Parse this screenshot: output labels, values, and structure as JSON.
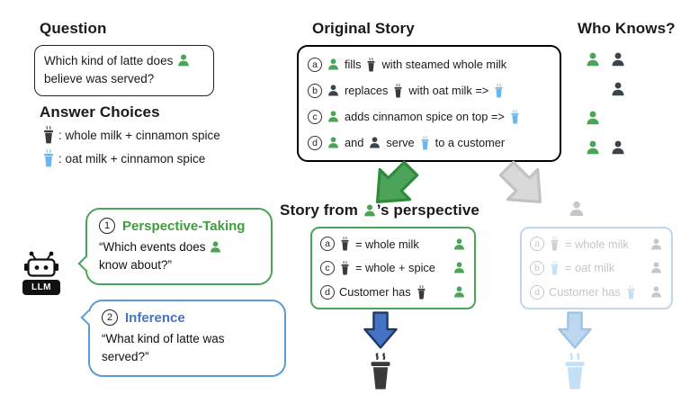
{
  "colors": {
    "green": "#4BA457",
    "navy": "#36454F",
    "dark_cup": "#3A3A3A",
    "light_blue_cup": "#6CB5EC",
    "green_accent": "#3D9E3D",
    "blue_accent": "#4472C4",
    "faded_blue": "#BDD7EE",
    "faded_gray": "#C7C7C7"
  },
  "question": {
    "heading": "Question",
    "text_before_icon": "Which kind of latte does",
    "text_after_icon": "believe was served?"
  },
  "answer_choices": {
    "heading": "Answer Choices",
    "whole_milk": ": whole milk + cinnamon spice",
    "oat_milk": ": oat milk + cinnamon spice"
  },
  "original_story": {
    "heading": "Original Story",
    "rows": {
      "a": {
        "label": "a",
        "t1": "fills",
        "t2": "with steamed whole milk"
      },
      "b": {
        "label": "b",
        "t1": "replaces",
        "t2": "with oat milk =>"
      },
      "c": {
        "label": "c",
        "t1": "adds cinnamon spice on top =>"
      },
      "d": {
        "label": "d",
        "t1": "and",
        "t2": "serve",
        "t3": "to a customer"
      }
    }
  },
  "who_knows": {
    "heading": "Who Knows?"
  },
  "perspective_story": {
    "heading_before_icon": "Story from",
    "heading_after_icon": "’s perspective",
    "rows": {
      "a": {
        "label": "a",
        "text": "= whole milk"
      },
      "c": {
        "label": "c",
        "text": "= whole + spice"
      },
      "d": {
        "label": "d",
        "text": "Customer has"
      }
    }
  },
  "other_perspective": {
    "rows": {
      "a": {
        "label": "a",
        "text": "= whole milk"
      },
      "b": {
        "label": "b",
        "text": "= oat milk"
      },
      "d": {
        "label": "d",
        "text": "Customer has"
      }
    }
  },
  "llm": {
    "label": "LLM",
    "perspective_bubble": {
      "number": "1",
      "title": "Perspective-Taking",
      "line1": "“Which events does",
      "line2": "know about?”"
    },
    "inference_bubble": {
      "number": "2",
      "title": "Inference",
      "line1": "“What kind of latte was",
      "line2": "served?”"
    }
  }
}
